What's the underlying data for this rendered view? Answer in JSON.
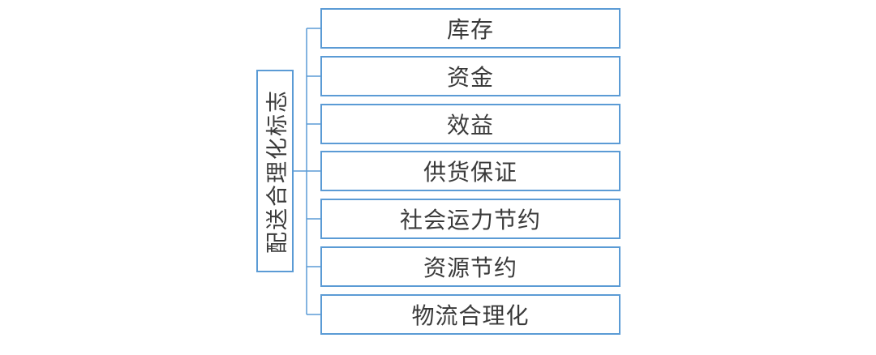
{
  "diagram": {
    "type": "bracket-hierarchy",
    "root": {
      "label": "配送合理化标志"
    },
    "branches": [
      {
        "label": "库存"
      },
      {
        "label": "资金"
      },
      {
        "label": "效益"
      },
      {
        "label": "供货保证"
      },
      {
        "label": "社会运力节约"
      },
      {
        "label": "资源节约"
      },
      {
        "label": "物流合理化"
      }
    ]
  },
  "colors": {
    "accent": "#5B9BD5",
    "text": "#3A3A3A",
    "background": "#FFFFFF"
  }
}
